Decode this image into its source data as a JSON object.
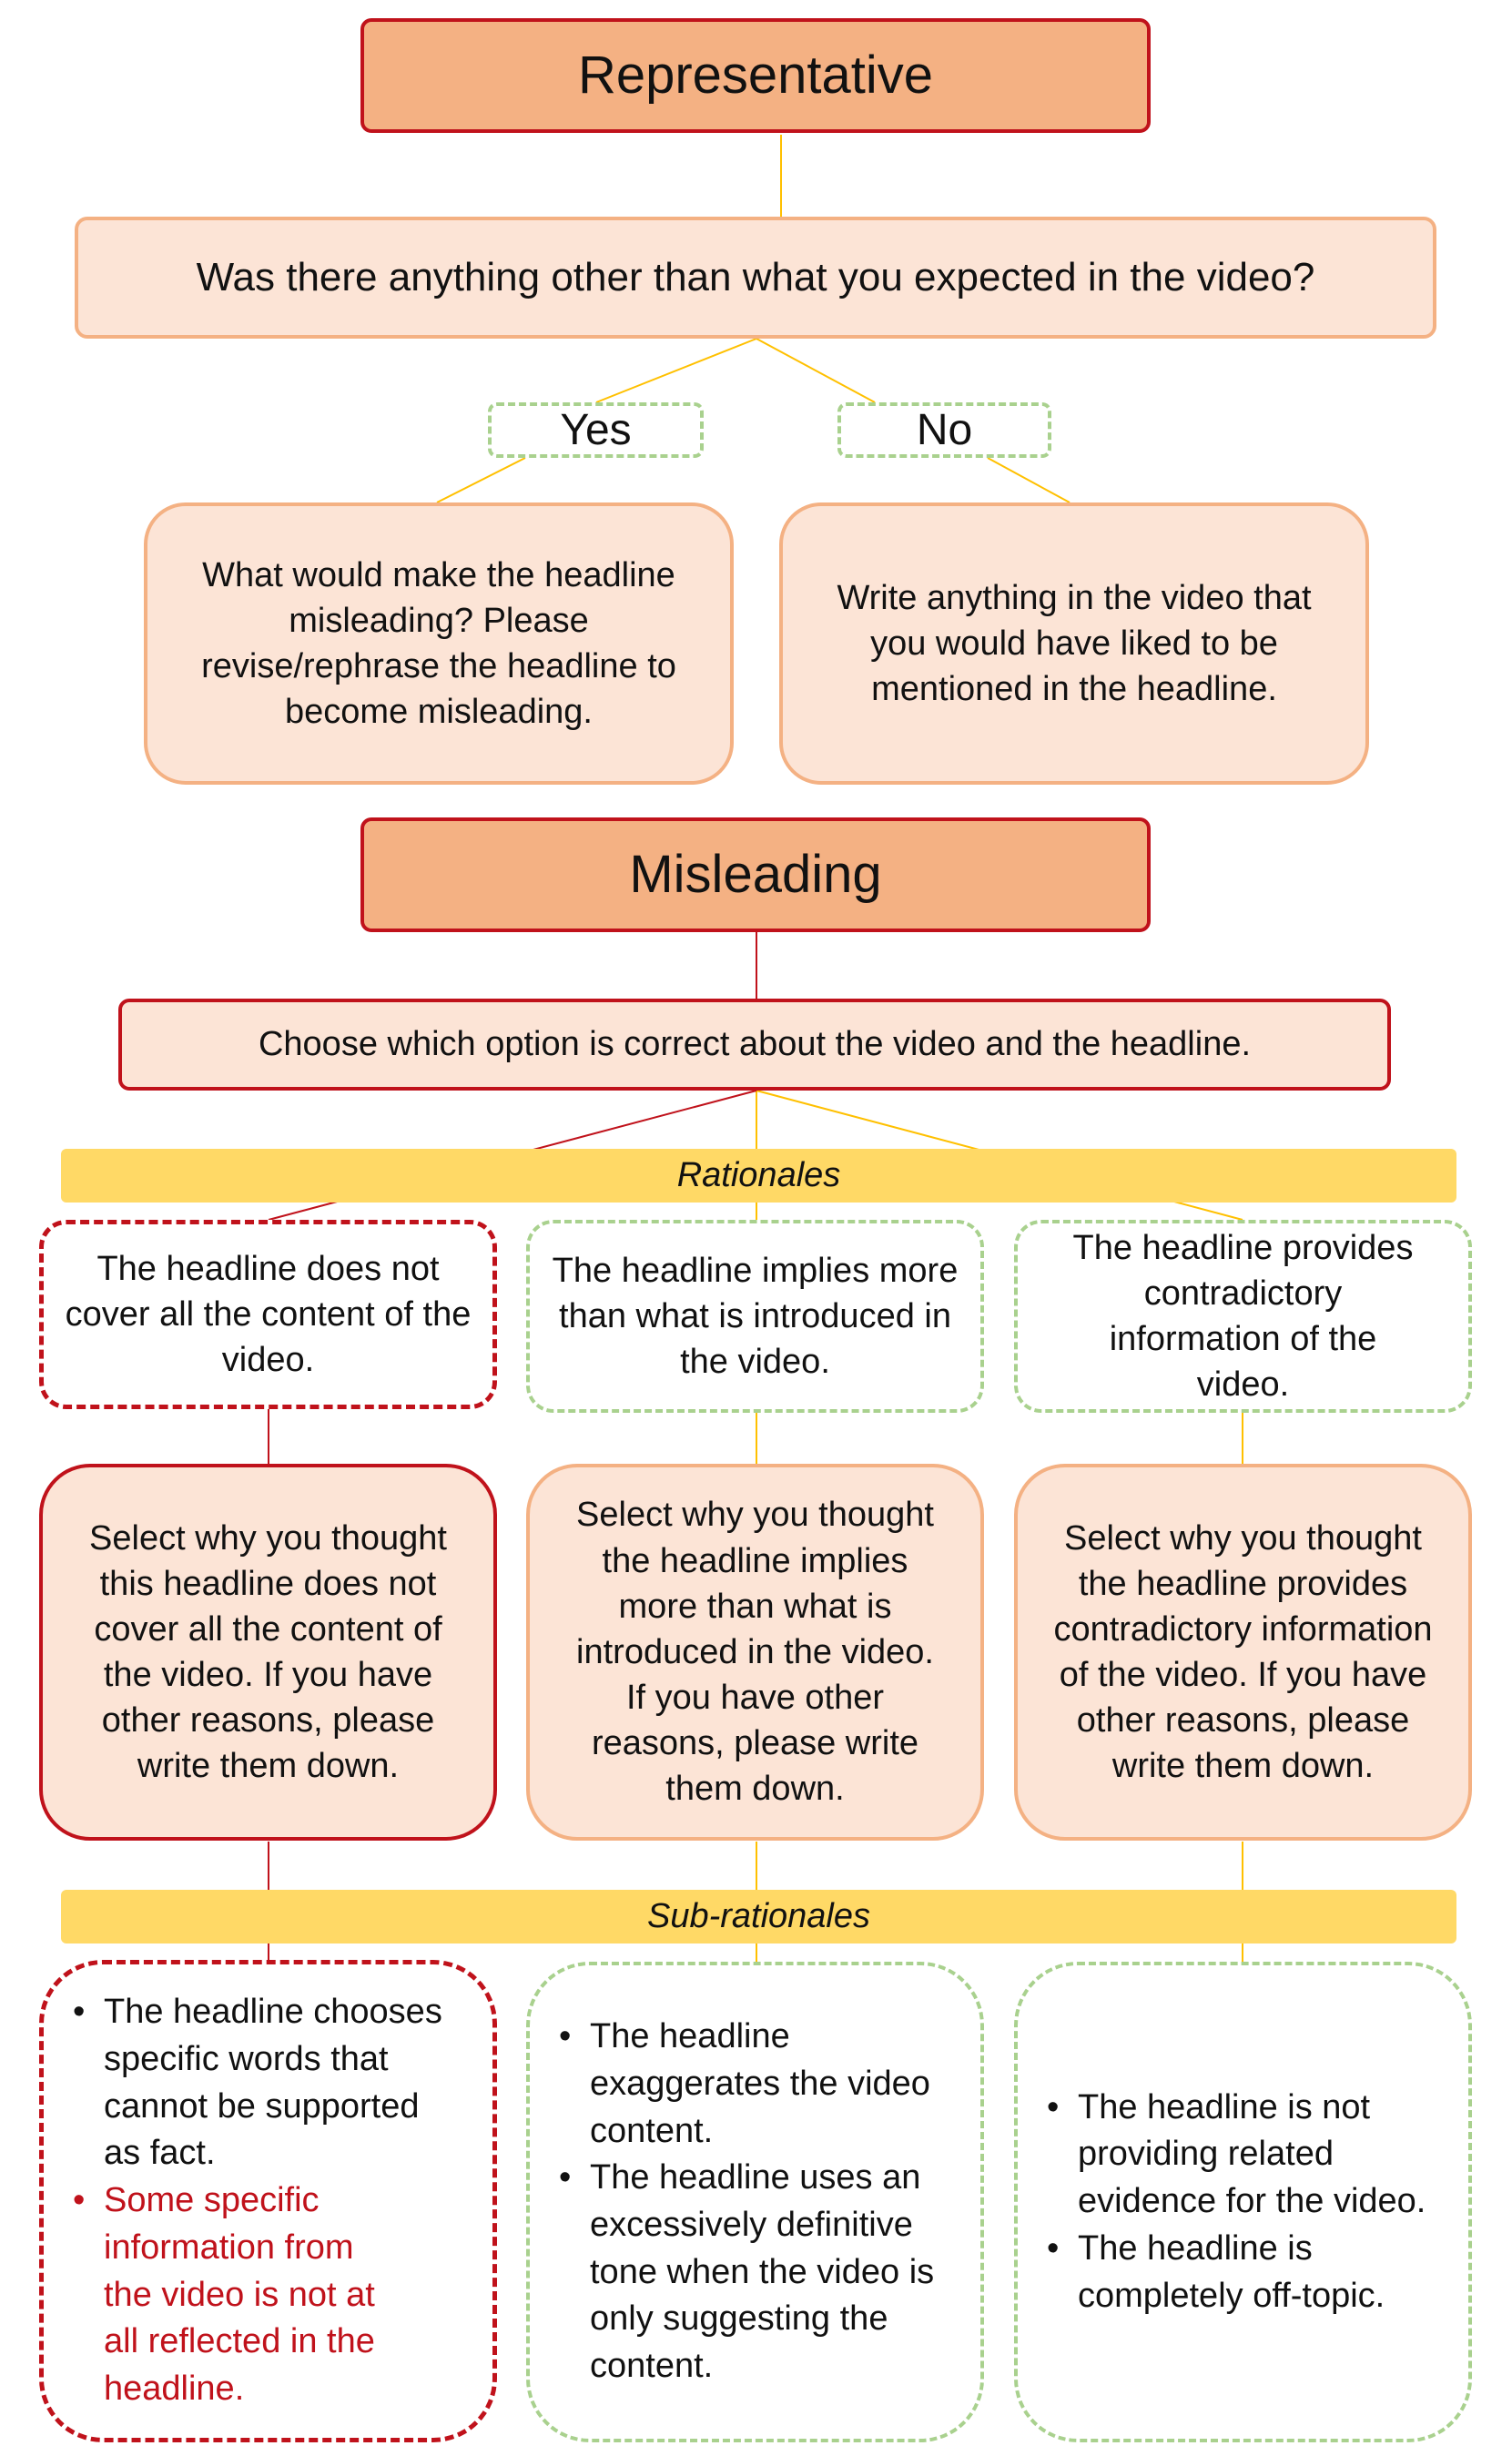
{
  "representative": {
    "title": "Representative",
    "question": "Was there anything other than what you expected in the video?",
    "yes_label": "Yes",
    "no_label": "No",
    "yes_prompt": "What would make the headline misleading? Please revise/rephrase the headline to become misleading.",
    "no_prompt": "Write anything in the video that you would have liked to be mentioned in the headline."
  },
  "misleading": {
    "title": "Misleading",
    "question": "Choose which option is correct about the video and the headline.",
    "rationales_label": "Rationales",
    "rationales": [
      "The headline does not cover all the content of the video.",
      "The headline implies more than what is introduced in the video.",
      "The headline provides contradictory information of the video."
    ],
    "prompts": [
      "Select why you thought this headline does not cover all the content of the video. If you have other reasons, please write them down.",
      "Select why you thought the headline implies more than what is introduced in the video. If you have other reasons, please write them down.",
      "Select why you thought the headline provides contradictory information of the video. If you have other reasons, please write them down."
    ],
    "sub_rationales_label": "Sub-rationales",
    "sub_rationales": [
      [
        "The headline chooses specific words that cannot be supported as fact.",
        "Some specific information from the video is not at all reflected in the headline."
      ],
      [
        "The headline exaggerates the video content.",
        "The headline uses an excessively definitive tone when the video is only suggesting the content."
      ],
      [
        "The headline is not providing related evidence for the video.",
        "The headline is completely off-topic."
      ]
    ]
  },
  "colors": {
    "title_fill": "#f4b183",
    "box_fill": "#fce4d6",
    "red_border": "#c0121b",
    "orange_border": "#f4b183",
    "green_dash": "#a9d18e",
    "band_fill": "#ffd966",
    "connector_yellow": "#ffc000",
    "highlight_text": "#c0121b"
  }
}
